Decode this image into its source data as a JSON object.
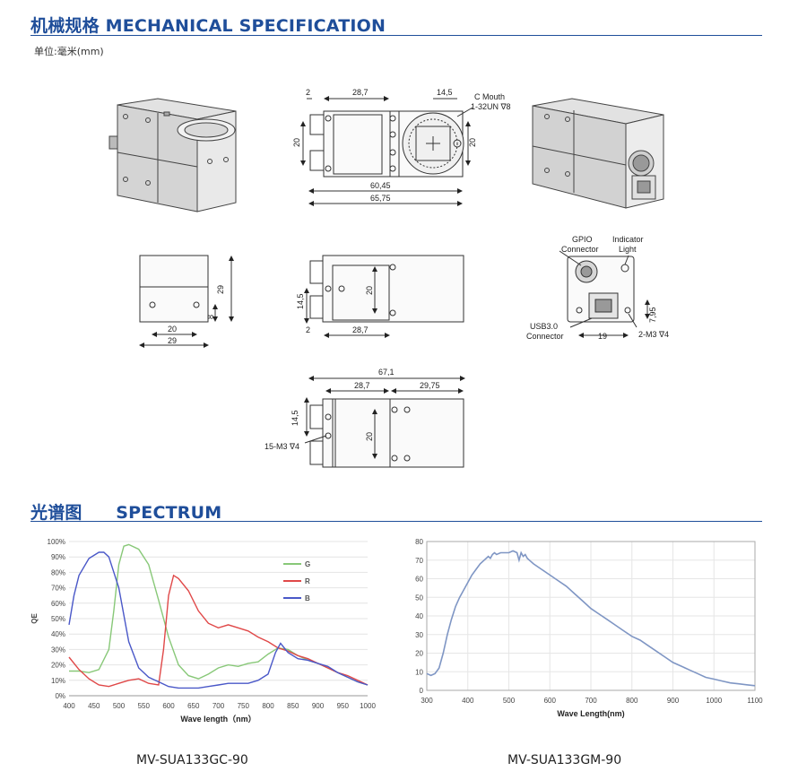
{
  "mechanical": {
    "title": "机械规格 MECHANICAL SPECIFICATION",
    "unit_label": "单位:毫米(mm)",
    "top_view": {
      "dims": [
        "2",
        "28,7",
        "14,5",
        "20",
        "20",
        "60,45",
        "65,75"
      ],
      "mount_note_1": "C Mouth",
      "mount_note_2": "1-32UN ∇8"
    },
    "front_view": {
      "dims": [
        "29",
        "8",
        "20",
        "29"
      ]
    },
    "side_view": {
      "dims": [
        "14,5",
        "20",
        "2",
        "28,7"
      ]
    },
    "back_view": {
      "gpio_1": "GPIO",
      "gpio_2": "Connector",
      "indicator_1": "Indicator",
      "indicator_2": "Light",
      "usb_1": "USB3.0",
      "usb_2": "Connector",
      "dims": [
        "7,95",
        "19"
      ],
      "screw_note": "2-M3 ∇4"
    },
    "bottom_view": {
      "dims": [
        "67,1",
        "28,7",
        "29,75",
        "14,5",
        "20"
      ],
      "screw_note": "15-M3 ∇4"
    }
  },
  "spectrum": {
    "title_cn": "光谱图",
    "title_en": "SPECTRUM",
    "captions": [
      "MV-SUA133GC-90",
      "MV-SUA133GM-90"
    ]
  },
  "chart_data": [
    {
      "type": "line",
      "title": "",
      "xlabel": "Wave length（nm）",
      "ylabel": "QE",
      "xlim": [
        400,
        1000
      ],
      "ylim": [
        0,
        100
      ],
      "x_ticks": [
        "400",
        "450",
        "500",
        "550",
        "600",
        "650",
        "700",
        "750",
        "800",
        "850",
        "900",
        "950",
        "1000"
      ],
      "y_ticks": [
        "0%",
        "10%",
        "20%",
        "30%",
        "40%",
        "50%",
        "60%",
        "70%",
        "80%",
        "90%",
        "100%"
      ],
      "legend": "top-right",
      "grid": true,
      "series": [
        {
          "name": "G",
          "color": "#88c878",
          "x": [
            400,
            420,
            440,
            460,
            480,
            490,
            500,
            510,
            520,
            540,
            560,
            580,
            600,
            620,
            640,
            660,
            680,
            700,
            720,
            740,
            760,
            780,
            800,
            820,
            840,
            860,
            880,
            900,
            920,
            940,
            960,
            980,
            1000
          ],
          "y": [
            16,
            16,
            15,
            17,
            30,
            55,
            85,
            97,
            98,
            95,
            85,
            62,
            38,
            20,
            13,
            11,
            14,
            18,
            20,
            19,
            21,
            22,
            27,
            31,
            30,
            26,
            23,
            21,
            18,
            15,
            12,
            9,
            7
          ]
        },
        {
          "name": "R",
          "color": "#e04848",
          "x": [
            400,
            420,
            440,
            460,
            480,
            500,
            520,
            540,
            560,
            580,
            590,
            600,
            610,
            620,
            640,
            660,
            680,
            700,
            720,
            740,
            760,
            780,
            800,
            820,
            840,
            860,
            880,
            900,
            920,
            940,
            960,
            980,
            1000
          ],
          "y": [
            25,
            17,
            11,
            7,
            6,
            8,
            10,
            11,
            8,
            7,
            30,
            65,
            78,
            76,
            68,
            55,
            47,
            44,
            46,
            44,
            42,
            38,
            35,
            31,
            29,
            26,
            24,
            21,
            18,
            15,
            13,
            10,
            7
          ]
        },
        {
          "name": "B",
          "color": "#4a58c8",
          "x": [
            400,
            410,
            420,
            440,
            460,
            470,
            480,
            500,
            520,
            540,
            560,
            580,
            600,
            620,
            640,
            660,
            680,
            700,
            720,
            740,
            760,
            780,
            800,
            815,
            825,
            840,
            860,
            880,
            900,
            920,
            940,
            960,
            980,
            1000
          ],
          "y": [
            46,
            65,
            78,
            89,
            93,
            93,
            90,
            70,
            35,
            18,
            12,
            9,
            6,
            5,
            5,
            5,
            6,
            7,
            8,
            8,
            8,
            10,
            14,
            28,
            34,
            28,
            24,
            23,
            21,
            19,
            15,
            12,
            9,
            7
          ]
        }
      ]
    },
    {
      "type": "line",
      "title": "",
      "xlabel": "Wave Length(nm)",
      "ylabel": "",
      "xlim": [
        300,
        1100
      ],
      "ylim": [
        0,
        80
      ],
      "x_ticks": [
        "300",
        "400",
        "500",
        "600",
        "700",
        "800",
        "900",
        "1000",
        "1100"
      ],
      "y_ticks": [
        "0",
        "10",
        "20",
        "30",
        "40",
        "50",
        "60",
        "70",
        "80"
      ],
      "grid": true,
      "series": [
        {
          "name": "",
          "color": "#7f96c4",
          "x": [
            300,
            310,
            320,
            330,
            340,
            350,
            360,
            370,
            380,
            390,
            400,
            410,
            420,
            430,
            440,
            450,
            455,
            460,
            465,
            470,
            480,
            490,
            500,
            510,
            520,
            525,
            530,
            535,
            540,
            545,
            550,
            560,
            580,
            600,
            620,
            640,
            660,
            680,
            700,
            720,
            740,
            760,
            780,
            800,
            820,
            840,
            860,
            880,
            900,
            920,
            940,
            960,
            980,
            1000,
            1020,
            1040,
            1060,
            1080,
            1100
          ],
          "y": [
            9,
            8,
            9,
            12,
            20,
            30,
            38,
            45,
            50,
            54,
            58,
            62,
            65,
            68,
            70,
            72,
            71,
            73,
            74,
            73,
            74,
            74,
            74,
            75,
            74,
            70,
            74,
            72,
            73,
            71,
            70,
            68,
            65,
            62,
            59,
            56,
            52,
            48,
            44,
            41,
            38,
            35,
            32,
            29,
            27,
            24,
            21,
            18,
            15,
            13,
            11,
            9,
            7,
            6,
            5,
            4,
            3.5,
            3,
            2.5
          ]
        }
      ]
    }
  ]
}
